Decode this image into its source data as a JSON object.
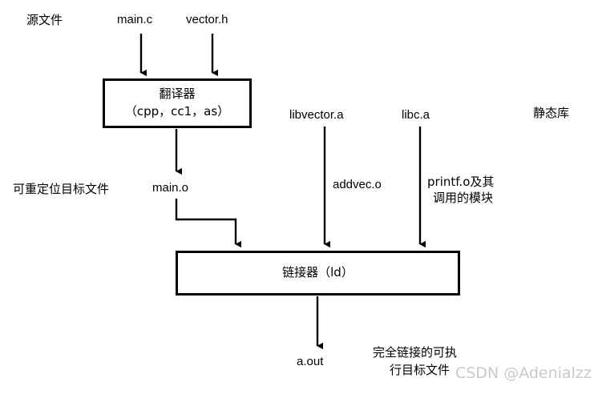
{
  "diagram": {
    "title": "Compilation and linking pipeline",
    "background_color": "#ffffff",
    "stroke_color": "#000000",
    "watermark_color": "#c9c9c9"
  },
  "side_labels": {
    "source_files": "源文件",
    "static_libraries": "静态库",
    "relocatable_object_files": "可重定位目标文件",
    "executable_object_file_line1": "完全链接的可执",
    "executable_object_file_line2": "行目标文件"
  },
  "inputs": {
    "main_c": "main.c",
    "vector_h": "vector.h",
    "libvector_a": "libvector.a",
    "libc_a": "libc.a"
  },
  "boxes": {
    "translator": {
      "line1": "翻译器",
      "line2": "（cpp，cc1，as）"
    },
    "linker": {
      "line1": "链接器（ld）"
    }
  },
  "intermediates": {
    "main_o": "main.o",
    "addvec_o": "addvec.o",
    "printf_line1": "printf.o及其",
    "printf_line2": "调用的模块"
  },
  "output": {
    "a_out": "a.out"
  },
  "watermark": {
    "text": "CSDN @Adenialzz"
  }
}
